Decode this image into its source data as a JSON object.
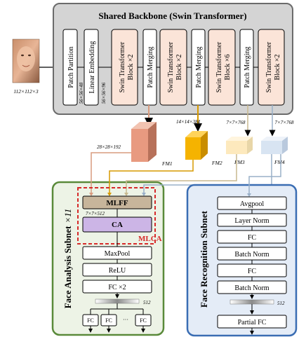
{
  "input": {
    "size_label": "112×112×3"
  },
  "backbone": {
    "title": "Shared Backbone (Swin Transformer)",
    "blocks": [
      "Patch Partition",
      "Linear Embedding",
      "Swin Transformer Block ×2",
      "Patch Merging",
      "Swin Transformer Block ×2",
      "Patch Merging",
      "Swin Transformer Block ×6",
      "Patch Merging",
      "Swin Transformer Block ×2"
    ],
    "dims": [
      "56×56×48",
      "56×56×96"
    ]
  },
  "feature_maps": [
    {
      "name": "FM1",
      "dim": "28×28×192",
      "color": "#e89a80"
    },
    {
      "name": "FM2",
      "dim": "14×14×384",
      "color": "#f5b300"
    },
    {
      "name": "FM3",
      "dim": "7×7×768",
      "color": "#fde9bd"
    },
    {
      "name": "FM4",
      "dim": "7×7×768",
      "color": "#d8e4f2"
    }
  ],
  "face_analysis": {
    "title": "Face Analysis Subnet",
    "multiplier": "×11",
    "mlff": "MLFF",
    "ca": "CA",
    "mlca": "MLCA",
    "mid_dim": "7×7×512",
    "layers": [
      "MaxPool",
      "ReLU",
      "FC ×2"
    ],
    "vector_dim": "512",
    "heads": [
      "FC",
      "FC",
      "···",
      "FC"
    ]
  },
  "face_recognition": {
    "title": "Face Recognition Subnet",
    "layers": [
      "Avgpool",
      "Layer Norm",
      "FC",
      "Batch Norm",
      "FC",
      "Batch Norm"
    ],
    "vector_dim": "512",
    "final": "Partial FC"
  },
  "colors": {
    "backbone_fill": "#d4d4d4",
    "swin_fill": "#fbe4d8",
    "analysis_border": "#5a8a3a",
    "analysis_fill": "#edf3e6",
    "recognition_border": "#3a6db3",
    "recognition_fill": "#e4ecf7",
    "mlff_fill": "#c7b59b",
    "ca_fill": "#ccb5e6",
    "mlca_red": "#d62a2a",
    "line_fm1": "#d89b7f",
    "line_fm2": "#d79a00",
    "line_fm3": "#c9b98f",
    "line_fm4": "#9ab0c8"
  }
}
